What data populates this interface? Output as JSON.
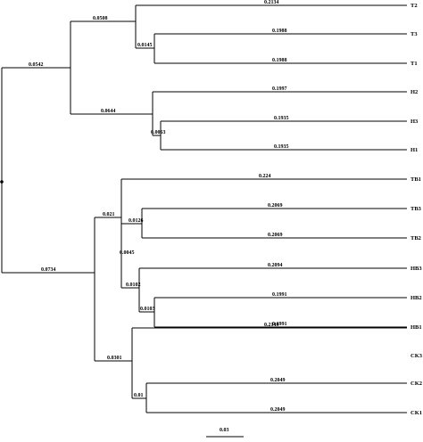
{
  "tree": {
    "branches": [
      {
        "id": "root-to-upper-clade",
        "length_label": "0.0542"
      },
      {
        "id": "upper-to-t-clade",
        "length_label": "0.0508"
      },
      {
        "id": "t-clade-to-t3-t1",
        "length_label": "0.0145"
      },
      {
        "id": "upper-to-h-clade",
        "length_label": "0.0644"
      },
      {
        "id": "h-clade-to-h3-h1",
        "length_label": "0.0063"
      },
      {
        "id": "root-to-lower-clade",
        "length_label": "0.0734"
      },
      {
        "id": "lower-to-tb-hb-clade",
        "length_label": "0.021"
      },
      {
        "id": "tb-hb-to-tb-clade",
        "length_label": "0.0126"
      },
      {
        "id": "tb-hb-internal",
        "length_label": "0.0045"
      },
      {
        "id": "tb-hb-to-hb-clade",
        "length_label": "0.0102"
      },
      {
        "id": "hb-clade-to-hb2-hb1",
        "length_label": "0.0103"
      },
      {
        "id": "lower-to-ck-clade",
        "length_label": "0.0301"
      },
      {
        "id": "ck-clade-to-ck2-ck1",
        "length_label": "0.01"
      }
    ],
    "leaves": [
      {
        "name": "T2",
        "length_label": "0.2134"
      },
      {
        "name": "T3",
        "length_label": "0.1988"
      },
      {
        "name": "T1",
        "length_label": "0.1988"
      },
      {
        "name": "H2",
        "length_label": "0.1997"
      },
      {
        "name": "H3",
        "length_label": "0.1935"
      },
      {
        "name": "H1",
        "length_label": "0.1935"
      },
      {
        "name": "TB1",
        "length_label": "0.224"
      },
      {
        "name": "TB3",
        "length_label": "0.2069"
      },
      {
        "name": "TB2",
        "length_label": "0.2069"
      },
      {
        "name": "HB3",
        "length_label": "0.2094"
      },
      {
        "name": "HB2",
        "length_label": "0.1991"
      },
      {
        "name": "HB1",
        "length_label": "0.1991"
      },
      {
        "name": "CK3",
        "length_label": "0.2149"
      },
      {
        "name": "CK2",
        "length_label": "0.2049"
      },
      {
        "name": "CK1",
        "length_label": "0.2049"
      }
    ],
    "scale_bar": {
      "label": "0.03"
    }
  }
}
